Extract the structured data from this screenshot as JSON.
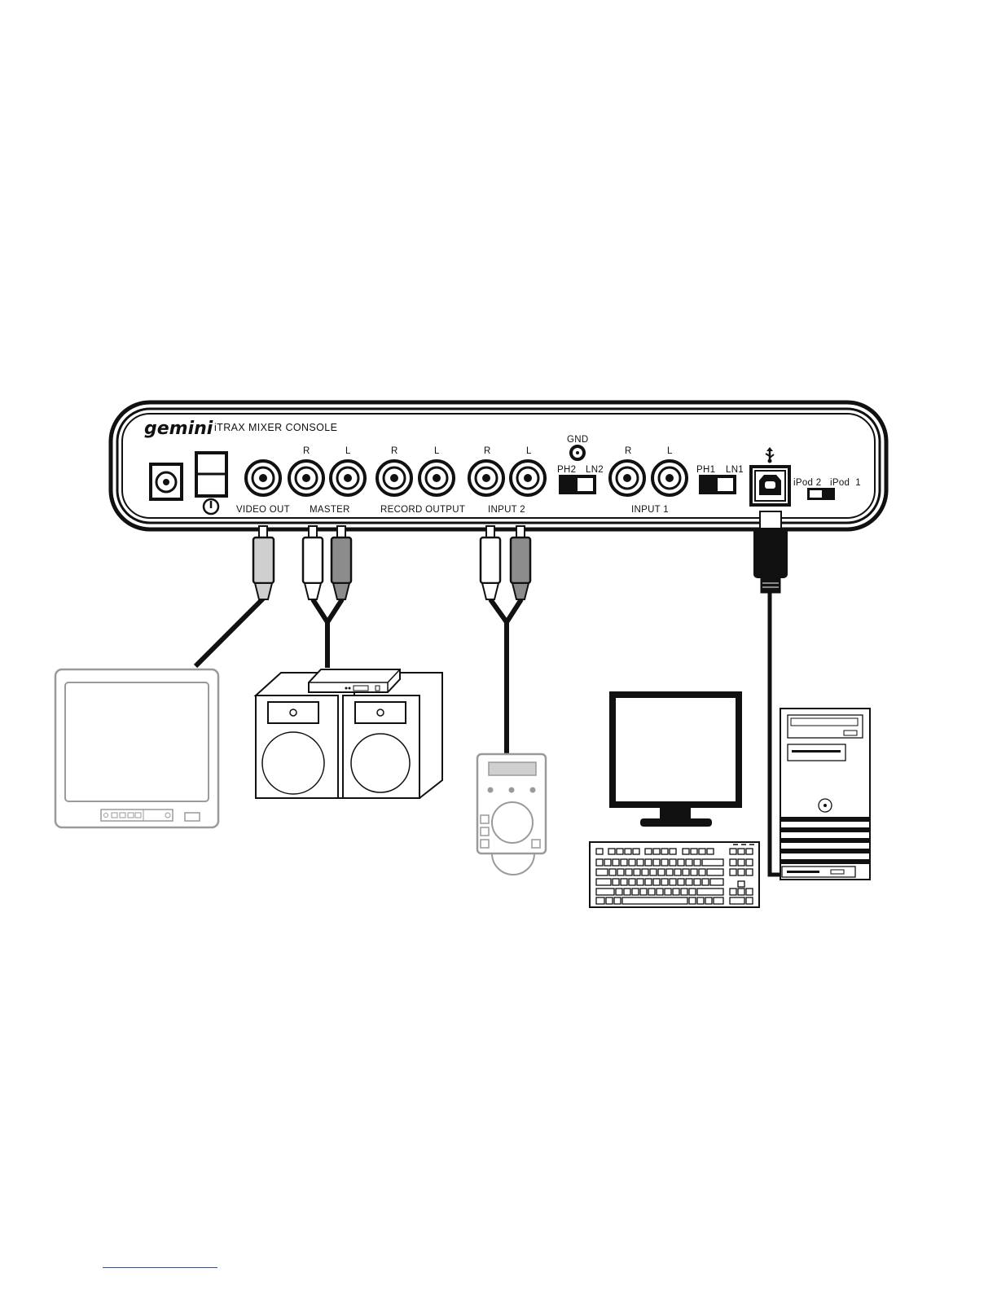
{
  "device": {
    "brand": "gemini",
    "model": "iTRAX MIXER CONSOLE"
  },
  "panel_labels": {
    "video_out": "VIDEO OUT",
    "master": "MASTER",
    "record_output": "RECORD OUTPUT",
    "input2": "INPUT 2",
    "input1": "INPUT 1",
    "gnd": "GND",
    "r": "R",
    "l": "L",
    "ph2": "PH2",
    "ln2": "LN2",
    "ph1": "PH1",
    "ln1": "LN1",
    "ipod2": "iPod 2",
    "ipod1": "iPod  1"
  },
  "icons": [
    "power-jack-icon",
    "power-switch-icon",
    "power-symbol-icon",
    "usb-icon",
    "tv-icon",
    "speaker-icon",
    "amplifier-icon",
    "cd-player-icon",
    "monitor-icon",
    "keyboard-icon",
    "computer-tower-icon"
  ],
  "colors": {
    "line": "#111111",
    "plug_white": "#ffffff",
    "plug_gray": "#8c8c8c",
    "plug_light": "#cfcfcf",
    "device_outline": "#9a9a9a",
    "footer_rule": "#2a4ea3"
  }
}
